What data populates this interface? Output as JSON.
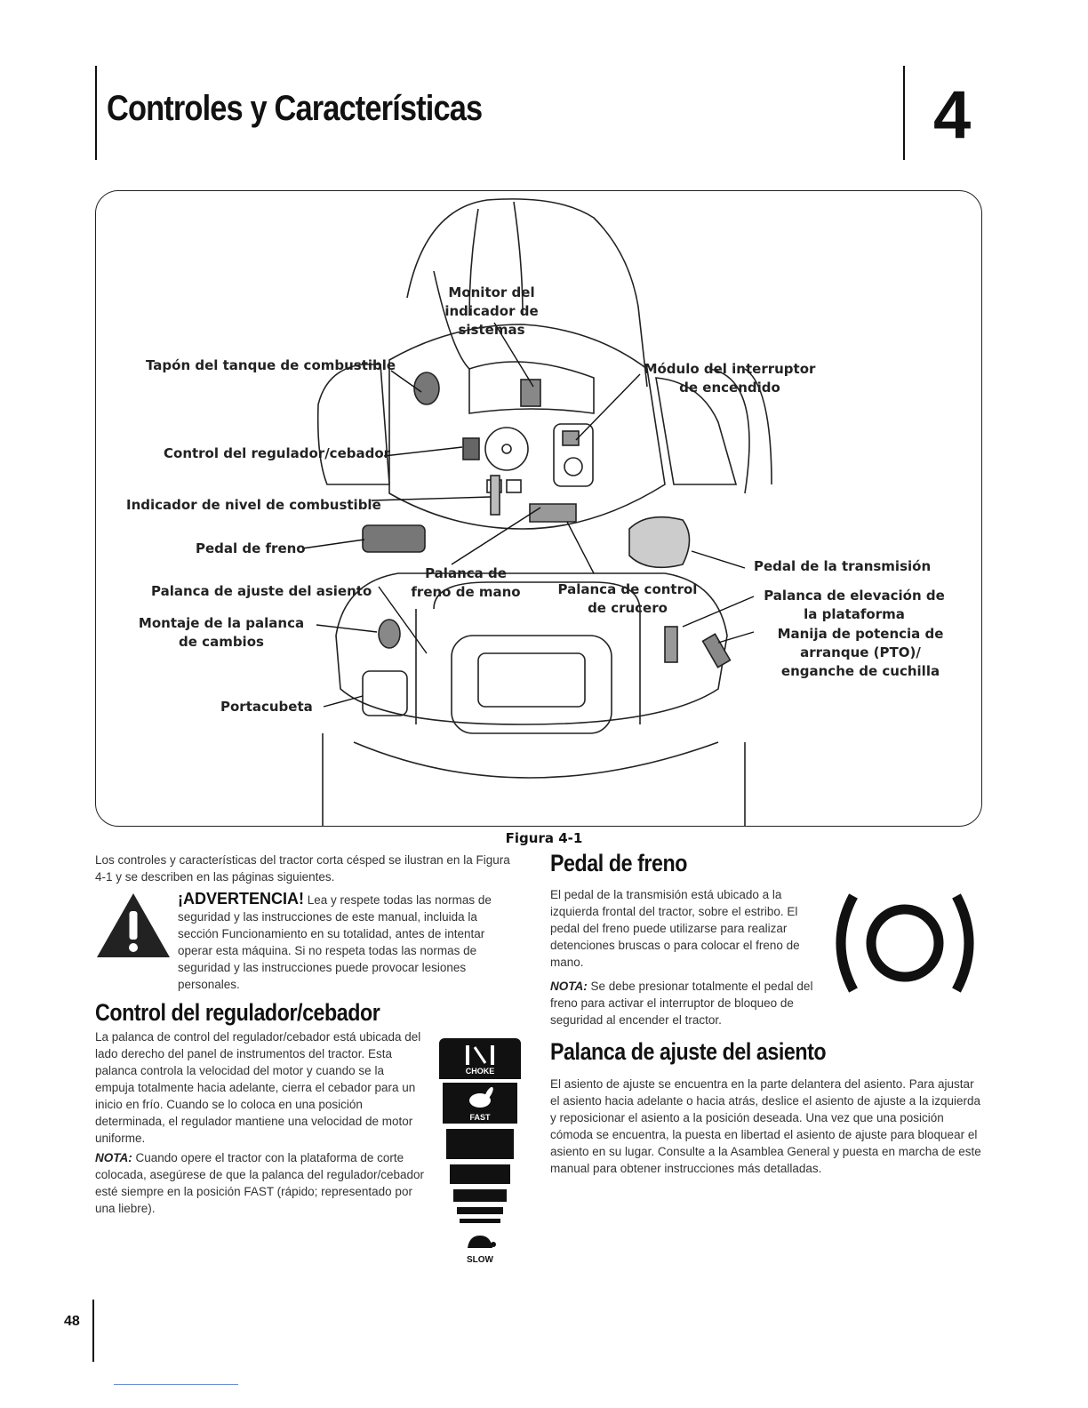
{
  "header": {
    "chapter_title": "Controles y Características",
    "chapter_number": "4"
  },
  "figure": {
    "caption": "Figura 4-1",
    "labels": {
      "monitor_indicador": "Monitor del indicador de sistemas",
      "tapon_combustible": "Tapón del tanque de combustible",
      "modulo_interruptor": "Módulo del interruptor de encendido",
      "control_regulador": "Control del regulador/cebador",
      "indicador_nivel": "Indicador de nivel de combustible",
      "pedal_freno": "Pedal de freno",
      "palanca_freno_mano": "Palanca de freno de mano",
      "palanca_ajuste_asiento": "Palanca de ajuste del asiento",
      "palanca_control_crucero": "Palanca de control de crucero",
      "montaje_palanca_cambios": "Montaje de la palanca de cambios",
      "portacubeta": "Portacubeta",
      "pedal_transmision": "Pedal de la transmisión",
      "palanca_elevacion": "Palanca de elevación de la plataforma",
      "manija_pto": "Manija de potencia de arranque (PTO)/ enganche de cuchilla"
    }
  },
  "intro": {
    "text": "Los controles y características del tractor corta césped se ilustran en la Figura 4-1 y se describen en las páginas siguientes."
  },
  "warning": {
    "title": "¡ADVERTENCIA!",
    "text": "Lea y respete todas las normas de seguridad y las instrucciones de este manual, incluida la sección Funcionamiento en su totalidad, antes de intentar operar esta máquina. Si no respeta todas las normas de seguridad y las instrucciones puede provocar lesiones personales."
  },
  "sections": {
    "regulador": {
      "heading": "Control del regulador/cebador",
      "text": "La palanca de control del regulador/cebador está ubicada del lado derecho del panel de instrumentos del tractor. Esta palanca controla la velocidad del motor y cuando se la empuja totalmente hacia adelante, cierra el cebador para un inicio en frío. Cuando se lo coloca en una posición determinada, el regulador mantiene una velocidad de motor uniforme.",
      "nota_label": "NOTA:",
      "nota_text": "Cuando opere el tractor con la plataforma de corte colocada, asegúrese de que la palanca del regulador/cebador esté siempre en la posición FAST (rápido; representado por una liebre)."
    },
    "pedal_freno": {
      "heading": "Pedal de freno",
      "text": "El pedal de la transmisión está ubicado a la izquierda frontal del tractor, sobre el estribo. El pedal del freno puede utilizarse para realizar detenciones bruscas o para colocar el freno de mano.",
      "nota_label": "NOTA:",
      "nota_text": "Se debe presionar totalmente el pedal del freno para activar el interruptor de bloqueo de seguridad al encender el tractor."
    },
    "asiento": {
      "heading": "Palanca de ajuste del asiento",
      "text": "El asiento de ajuste se encuentra en la parte delantera del asiento. Para ajustar el asiento hacia adelante o hacia atrás, deslice el asiento de ajuste a la izquierda y reposicionar el asiento a la posición deseada. Una vez que una posición cómoda se encuentra, la puesta en libertad el asiento de ajuste para bloquear el asiento en su lugar. Consulte a la Asamblea General y puesta en marcha de este manual para obtener instrucciones más detalladas."
    }
  },
  "throttle_decal": {
    "choke": "CHOKE",
    "fast": "FAST",
    "slow": "SLOW"
  },
  "footer": {
    "page_number": "48"
  }
}
